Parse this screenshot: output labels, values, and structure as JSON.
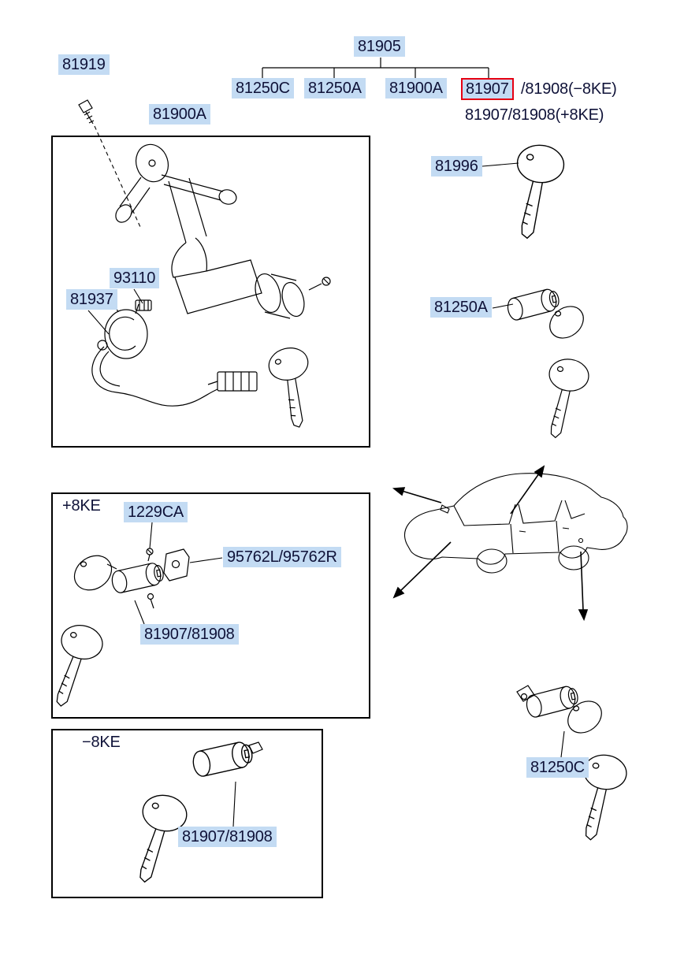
{
  "colors": {
    "label_background": "#c3dbf3",
    "label_text": "#0f1238",
    "highlight_red": "#e60012",
    "line_color": "#000000",
    "page_background": "#ffffff"
  },
  "parts_tree": {
    "root_label": "81905",
    "children": [
      {
        "label": "81250C",
        "highlighted": false
      },
      {
        "label": "81250A",
        "highlighted": false
      },
      {
        "label": "81900A",
        "highlighted": false
      },
      {
        "label": "81907",
        "highlighted": true
      }
    ],
    "row1_suffix": "/81908(−8KE)",
    "row2_label": "81907/81908(+8KE)"
  },
  "callouts": {
    "part_81919": "81919",
    "part_81900a": "81900A",
    "part_93110": "93110",
    "part_81937": "81937",
    "part_81996": "81996",
    "part_81250a": "81250A",
    "part_1229ca": "1229CA",
    "part_95762": "95762L/95762R",
    "part_81907_81908_plus": "81907/81908",
    "part_81907_81908_minus": "81907/81908",
    "part_81250c": "81250C"
  },
  "sections": {
    "plus_8ke_label": "+8KE",
    "minus_8ke_label": "−8KE"
  }
}
